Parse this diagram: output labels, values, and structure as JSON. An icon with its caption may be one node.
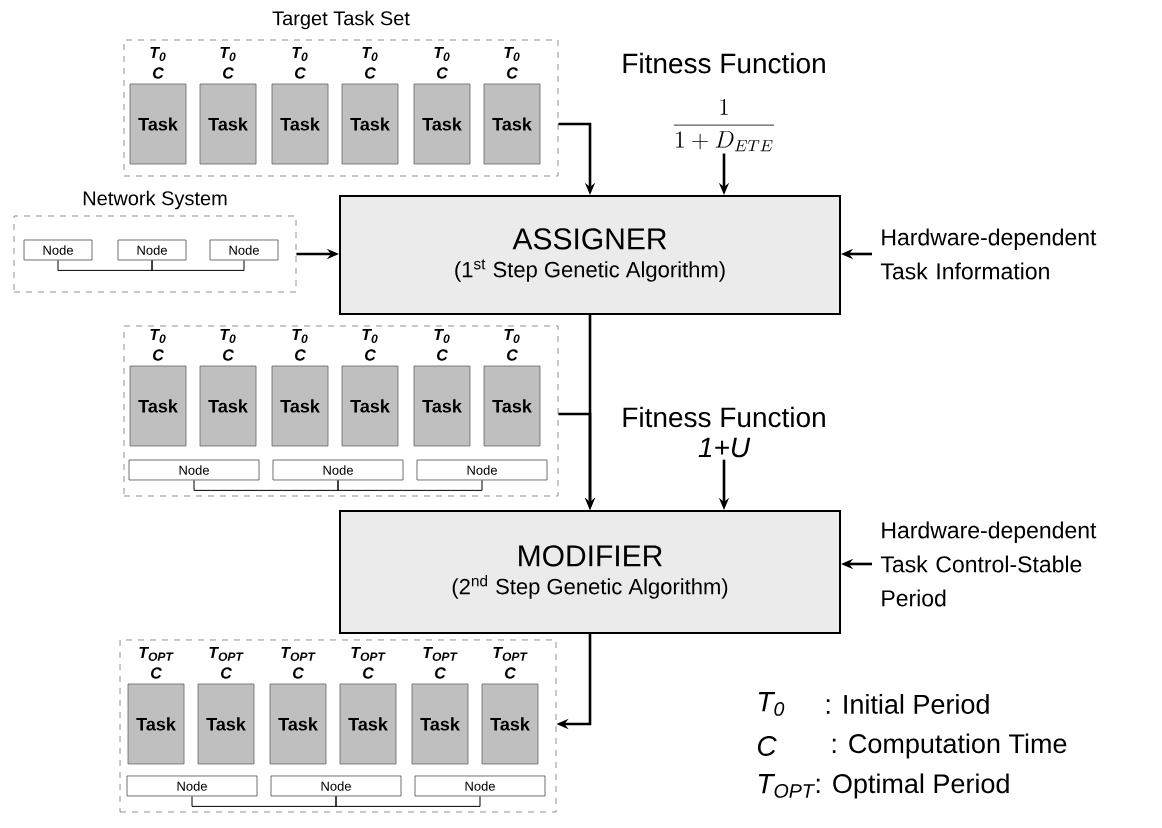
{
  "diagram": {
    "nodes": [
      {
        "text": [
          "Target Task Set"
        ]
      },
      {
        "text": [
          "Task"
        ],
        "in": 0,
        "beside": [
          "T$_{0}$",
          "C"
        ]
      },
      {
        "text": [
          "Task"
        ],
        "in": 0,
        "beside": [
          "T$_{0}$",
          "C"
        ]
      },
      {
        "text": [
          "Task"
        ],
        "in": 0,
        "beside": [
          "T$_{0}$",
          "C"
        ]
      },
      {
        "text": [
          "Task"
        ],
        "in": 0,
        "beside": [
          "T$_{0}$",
          "C"
        ]
      },
      {
        "text": [
          "Task"
        ],
        "in": 0,
        "beside": [
          "T$_{0}$",
          "C"
        ]
      },
      {
        "text": [
          "Task"
        ],
        "in": 0,
        "beside": [
          "T$_{0}$",
          "C"
        ]
      },
      {
        "text": [
          "Network System"
        ]
      },
      {
        "text": [
          "Node"
        ],
        "in": 7
      },
      {
        "text": [
          "Node"
        ],
        "in": 7
      },
      {
        "text": [
          "Node"
        ],
        "in": 7
      },
      {
        "text": [
          "ASSIGNER",
          "(1$^{st}$ Step Genetic Algorithm)"
        ]
      },
      {
        "text": [
          "Fitness Function",
          "\\frac{1}{1+D_{ETE}}"
        ]
      },
      {
        "text": [
          "Hardware-dependent Task Information"
        ]
      },
      {
        "text": [],
        "shape": "box"
      },
      {
        "text": [
          "Task"
        ],
        "in": 14,
        "beside": [
          "T$_{0}$",
          "C"
        ]
      },
      {
        "text": [
          "Task"
        ],
        "in": 14,
        "beside": [
          "T$_{0}$",
          "C"
        ]
      },
      {
        "text": [
          "Task"
        ],
        "in": 14,
        "beside": [
          "T$_{0}$",
          "C"
        ]
      },
      {
        "text": [
          "Task"
        ],
        "in": 14,
        "beside": [
          "T$_{0}$",
          "C"
        ]
      },
      {
        "text": [
          "Task"
        ],
        "in": 14,
        "beside": [
          "T$_{0}$",
          "C"
        ]
      },
      {
        "text": [
          "Task"
        ],
        "in": 14,
        "beside": [
          "T$_{0}$",
          "C"
        ]
      },
      {
        "text": [
          "Node"
        ],
        "in": 14
      },
      {
        "text": [
          "Node"
        ],
        "in": 14
      },
      {
        "text": [
          "Node"
        ],
        "in": 14
      },
      {
        "text": [
          "Fitness Function",
          "1+U"
        ]
      },
      {
        "text": [
          "MODIFIER",
          "(2$^{nd}$ Step Genetic Algorithm)"
        ]
      },
      {
        "text": [
          "Hardware-dependent Task Control-Stable Period"
        ]
      },
      {
        "text": [],
        "shape": "box"
      },
      {
        "text": [
          "Task"
        ],
        "in": 27,
        "beside": [
          "T$_{OPT}$",
          "C"
        ]
      },
      {
        "text": [
          "Task"
        ],
        "in": 27,
        "beside": [
          "T$_{OPT}$",
          "C"
        ]
      },
      {
        "text": [
          "Task"
        ],
        "in": 27,
        "beside": [
          "T$_{OPT}$",
          "C"
        ]
      },
      {
        "text": [
          "Task"
        ],
        "in": 27,
        "beside": [
          "T$_{OPT}$",
          "C"
        ]
      },
      {
        "text": [
          "Task"
        ],
        "in": 27,
        "beside": [
          "T$_{OPT}$",
          "C"
        ]
      },
      {
        "text": [
          "Task"
        ],
        "in": 27,
        "beside": [
          "T$_{OPT}$",
          "C"
        ]
      },
      {
        "text": [
          "Node"
        ],
        "in": 27
      },
      {
        "text": [
          "Node"
        ],
        "in": 27
      },
      {
        "text": [
          "Node"
        ],
        "in": 27
      }
    ],
    "edges": [
      {
        "from": 0,
        "to": 11,
        "arrow": "to"
      },
      {
        "from": 7,
        "to": 11,
        "arrow": "to"
      },
      {
        "from": 12,
        "to": 11,
        "arrow": "to"
      },
      {
        "from": 13,
        "to": 11,
        "arrow": "to"
      },
      {
        "from": 11,
        "to": 25,
        "arrow": "to"
      },
      {
        "from": 14,
        "to": 25,
        "arrow": "to"
      },
      {
        "from": 24,
        "to": 25,
        "arrow": "to"
      },
      {
        "from": 26,
        "to": 25,
        "arrow": "to"
      },
      {
        "from": 25,
        "to": 27,
        "arrow": "to"
      },
      {
        "from": 8,
        "to": 9,
        "arrow": "none"
      },
      {
        "from": 9,
        "to": 10,
        "arrow": "none"
      },
      {
        "from": 21,
        "to": 22,
        "arrow": "none"
      },
      {
        "from": 22,
        "to": 23,
        "arrow": "none"
      },
      {
        "from": 34,
        "to": 35,
        "arrow": "none"
      },
      {
        "from": 35,
        "to": 36,
        "arrow": "none"
      }
    ],
    "labels": [
      "T$_{0}$",
      ": Initial Period",
      "C",
      ": Computation Time",
      "T$_{OPT}$",
      ": Optimal Period"
    ]
  }
}
